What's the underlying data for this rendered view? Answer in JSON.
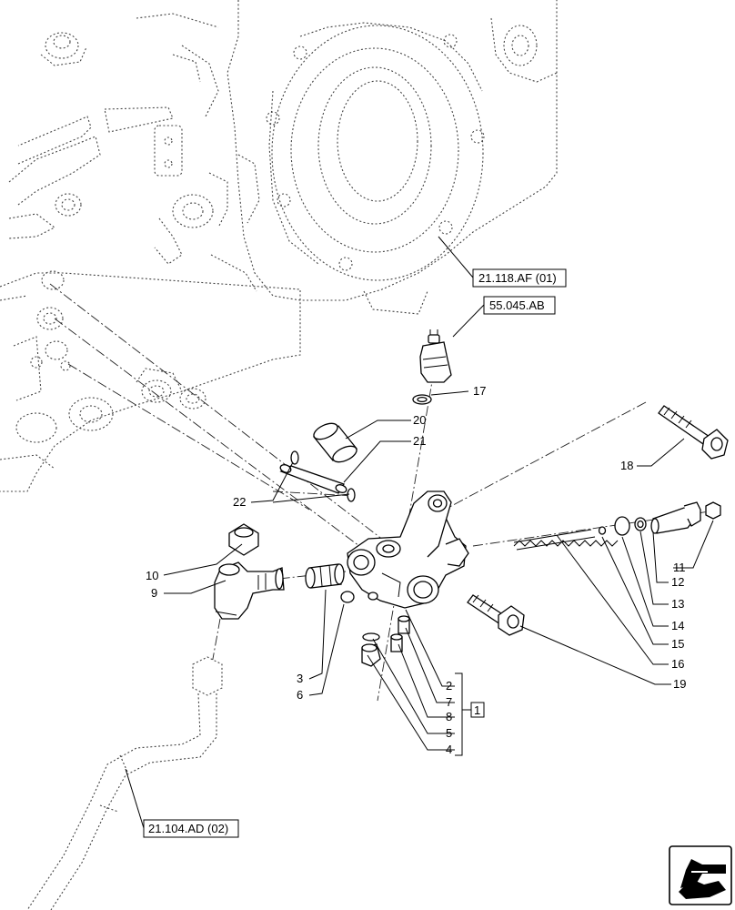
{
  "references": {
    "ref_21_118": "21.118.AF (01)",
    "ref_55_045": "55.045.AB",
    "ref_21_104": "21.104.AD (02)"
  },
  "callouts": {
    "c2": "2",
    "c3": "3",
    "c4": "4",
    "c5": "5",
    "c6": "6",
    "c7": "7",
    "c8": "8",
    "c9": "9",
    "c10": "10",
    "c11": "11",
    "c12": "12",
    "c13": "13",
    "c14": "14",
    "c15": "15",
    "c16": "16",
    "c17": "17",
    "c18": "18",
    "c19": "19",
    "c20": "20",
    "c21": "21",
    "c22": "22"
  },
  "kit": {
    "label": "1"
  },
  "nav_icon": "arrow-back-icon"
}
